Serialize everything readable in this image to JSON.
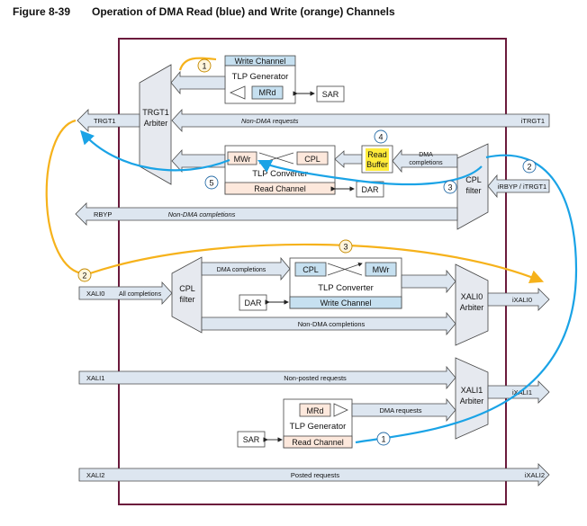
{
  "figure": {
    "number": "Figure 8-39",
    "title": "Operation of DMA Read (blue) and Write (orange) Channels"
  },
  "colors": {
    "frame": "#6b1a3c",
    "arrow_fill": "#dde6f0",
    "arrow_stroke": "#4a4a4a",
    "channel_header": "#c6e0f0",
    "channel_body": "#fde8dc",
    "highlight": "#ffeb3b",
    "read_flow": "#1aa3e6",
    "write_flow": "#f6b21b"
  },
  "top_half": {
    "write_channel": {
      "header": "Write Channel",
      "generator": "TLP Generator",
      "mrd": "MRd"
    },
    "sar_top": "SAR",
    "trgt1_arbiter": [
      "TRGT1",
      "Arbiter"
    ],
    "trgt1_label": "TRGT1",
    "itrgt1_label": "iTRGT1",
    "non_dma_requests": "Non-DMA requests",
    "tlp_converter_top": {
      "mwr": "MWr",
      "cpl": "CPL",
      "label": "TLP Converter",
      "footer": "Read Channel"
    },
    "read_buffer": [
      "Read",
      "Buffer"
    ],
    "dma_completions_top": [
      "DMA",
      "completions"
    ],
    "dar_top": "DAR",
    "cpl_filter_top": [
      "CPL",
      "filter"
    ],
    "irbyp_label": "iRBYP / iTRGT1",
    "rbyp_label": "RBYP",
    "non_dma_completions_top": "Non-DMA completions"
  },
  "bottom_half": {
    "xali0_label": "XALI0",
    "all_completions": "All completions",
    "cpl_filter_bottom": [
      "CPL",
      "filter"
    ],
    "dma_completions_bottom": "DMA completions",
    "tlp_converter_bottom": {
      "cpl": "CPL",
      "mwr": "MWr",
      "label": "TLP Converter",
      "footer": "Write Channel"
    },
    "dar_bottom": "DAR",
    "xali0_arbiter": [
      "XALI0",
      "Arbiter"
    ],
    "ixali0": "iXALI0",
    "non_dma_completions_bottom": "Non-DMA completions",
    "xali1_label": "XALI1",
    "non_posted_requests": "Non-posted requests",
    "xali1_arbiter": [
      "XALI1",
      "Arbiter"
    ],
    "ixali1": "iXALI1",
    "read_generator": {
      "mrd": "MRd",
      "generator": "TLP Generator",
      "footer": "Read Channel"
    },
    "dma_requests": "DMA requests",
    "sar_bottom": "SAR",
    "xali2_label": "XALI2",
    "posted_requests": "Posted requests",
    "ixali2": "iXALI2"
  },
  "step_markers": [
    "1",
    "2",
    "3",
    "4",
    "5"
  ]
}
